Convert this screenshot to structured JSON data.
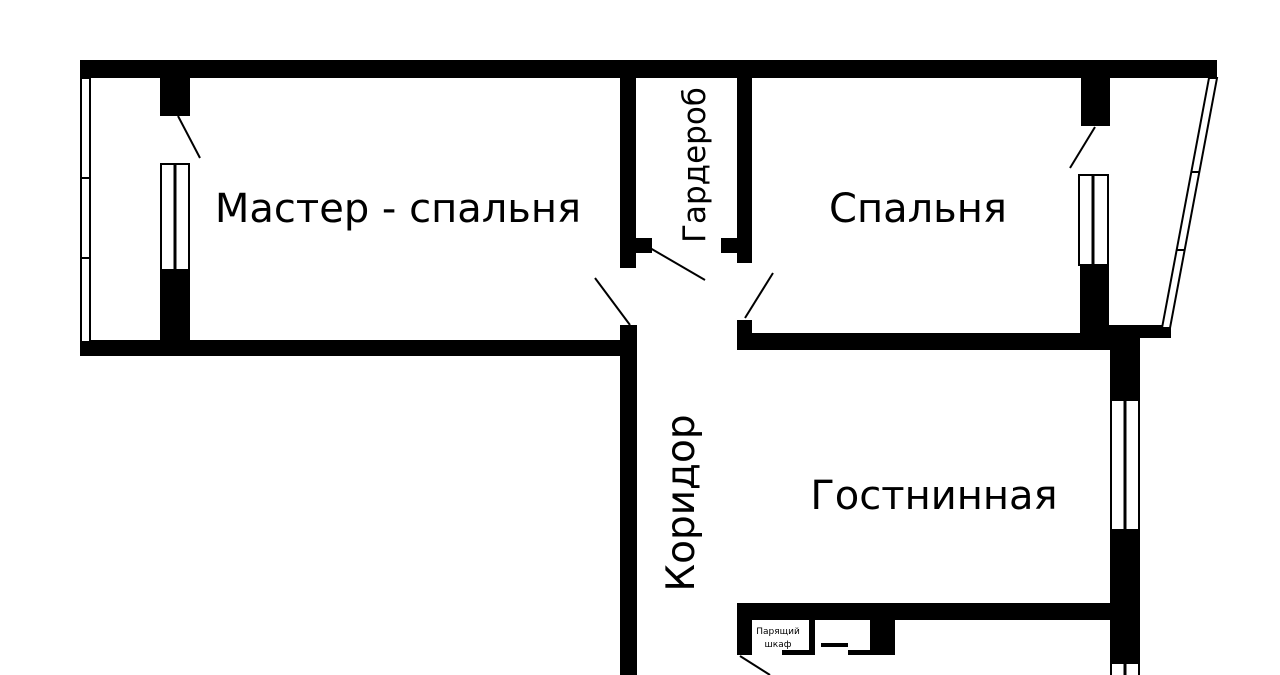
{
  "plan": {
    "rooms": {
      "master_bedroom": "Мастер - спальня",
      "wardrobe": "Гардероб",
      "bedroom": "Спальня",
      "corridor": "Коридор",
      "living_room": "Гостнинная",
      "closet": [
        "Парящий",
        "шкаф"
      ]
    }
  },
  "colors": {
    "wall": "#000000",
    "background": "#ffffff"
  }
}
